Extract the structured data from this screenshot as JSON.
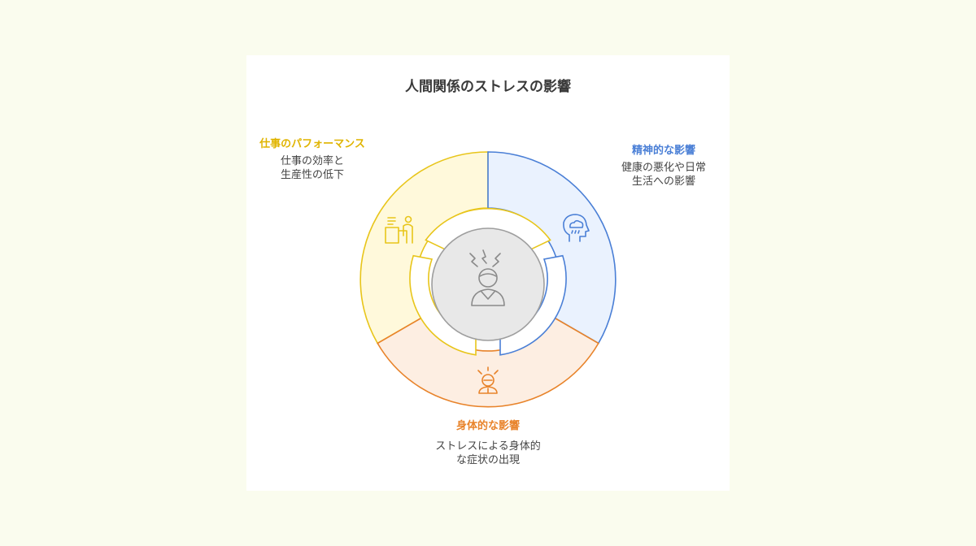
{
  "title": "人間関係のストレスの影響",
  "segments": {
    "performance": {
      "title": "仕事のパフォーマンス",
      "desc_line1": "仕事の効率と",
      "desc_line2": "生産性の低下",
      "color": "#e8c51a",
      "fill": "#fff9db"
    },
    "mental": {
      "title": "精神的な影響",
      "desc_line1": "健康の悪化や日常",
      "desc_line2": "生活への影響",
      "color": "#4a7fd6",
      "fill": "#eaf2fe"
    },
    "physical": {
      "title": "身体的な影響",
      "desc_line1": "ストレスによる身体的",
      "desc_line2": "な症状の出現",
      "color": "#e8832a",
      "fill": "#fdeee2"
    }
  },
  "center": {
    "icon": "stressed-person-icon",
    "color": "#9e9e9e",
    "fill": "#e8e8e8"
  },
  "icons": {
    "performance": "desk-worker-icon",
    "mental": "head-raincloud-icon",
    "physical": "sick-person-icon"
  }
}
